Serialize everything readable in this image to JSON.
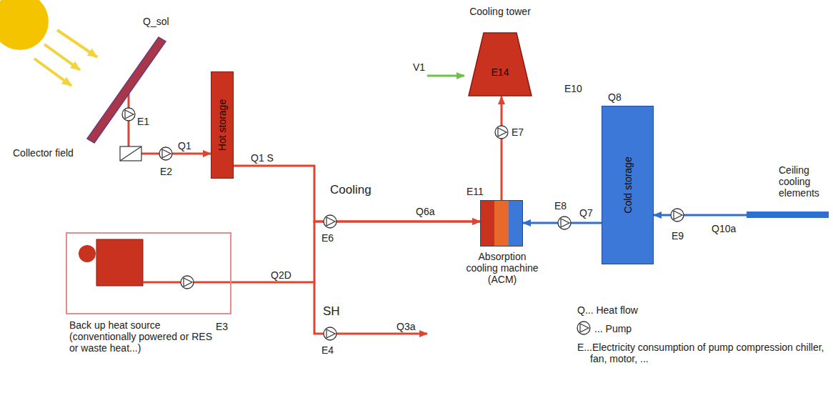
{
  "diagram": {
    "nodes": [
      {
        "text": [
          "Collector field"
        ]
      },
      {
        "text": [
          "Hot storage"
        ]
      },
      {
        "text": [
          "Back up heat source (conventionally powered or RES or waste heat...)",
          "E3"
        ]
      },
      {
        "text": [
          "Cooling tower",
          "E14"
        ]
      },
      {
        "text": [
          "E11",
          "Absorption cooling machine (ACM)"
        ]
      },
      {
        "text": [
          "Q8",
          "Cold storage"
        ]
      },
      {
        "text": [
          "Ceiling cooling elements"
        ]
      }
    ],
    "edges": [
      {
        "from": 0,
        "to": 1,
        "label": "Q1",
        "arrow": "to"
      },
      {
        "from": 1,
        "to": 4,
        "label": "Q1 S",
        "arrow": "to"
      },
      {
        "from": 2,
        "to": 4,
        "label": "Q2D",
        "arrow": "to"
      },
      {
        "from": 4,
        "to": 3,
        "arrow": "to"
      },
      {
        "from": 5,
        "to": 4,
        "label": "Q7",
        "arrow": "to"
      },
      {
        "from": 6,
        "to": 5,
        "label": "Q10a",
        "arrow": "to"
      }
    ],
    "labels": [
      "Q_sol",
      "E1",
      "E2",
      "Cooling",
      "E6",
      "Q6a",
      "SH",
      "E4",
      "Q3a",
      "V1",
      "E7",
      "E10",
      "E8",
      "E9",
      "Q... Heat flow",
      "... Pump",
      "E...Electricity consumption of pump compression chiller, fan, motor, ..."
    ]
  }
}
